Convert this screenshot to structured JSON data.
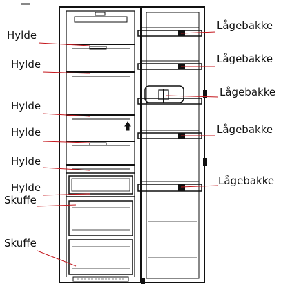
{
  "diagram": {
    "left_labels": [
      "Hylde",
      "Hylde",
      "Hylde",
      "Hylde",
      "Hylde",
      "Hylde",
      "Skuffe",
      "Skuffe"
    ],
    "right_labels": [
      "Lågebakke",
      "Lågebakke",
      "Lågebakke",
      "Lågebakke",
      "Lågebakke"
    ],
    "leader_color": "#c4161c",
    "line_color": "#111111"
  }
}
